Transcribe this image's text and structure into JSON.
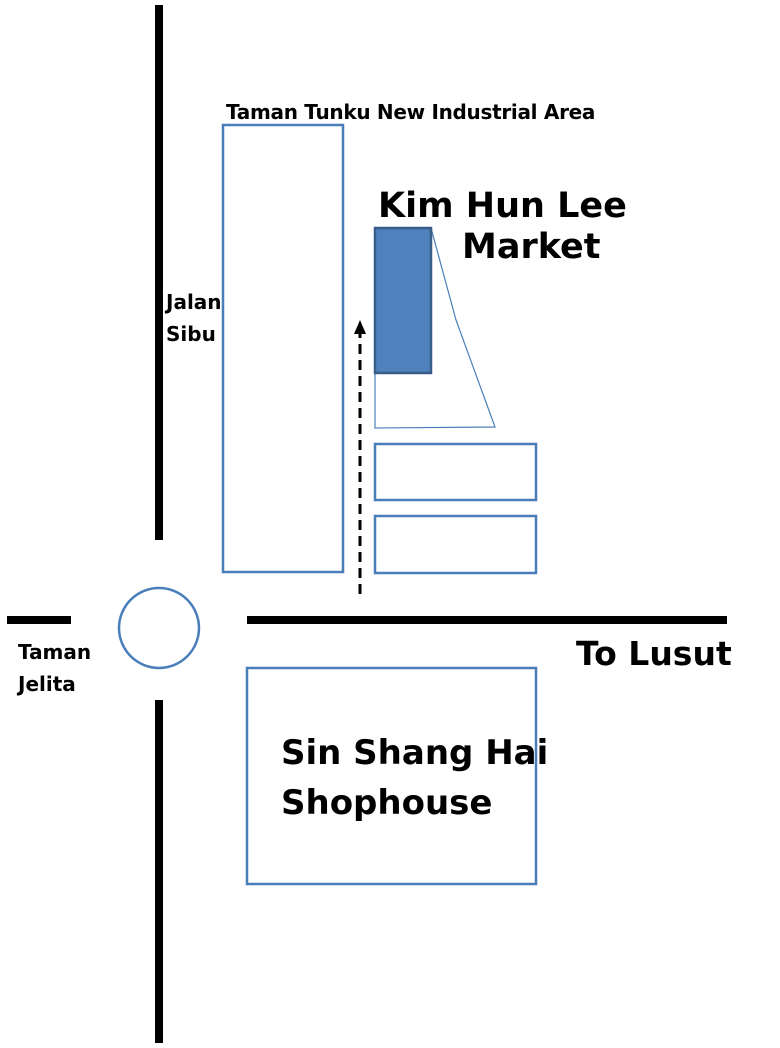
{
  "labels": {
    "industrial_area": "Taman Tunku New Industrial Area",
    "road_line_1": "Jalan",
    "road_line_2": "Sibu",
    "market_line_1": "Kim Hun Lee",
    "market_line_2": "Market",
    "taman_jelita_line_1": "Taman",
    "taman_jelita_line_2": "Jelita",
    "direction": "To Lusut",
    "shophouse_line_1": "Sin Shang Hai",
    "shophouse_line_2": "Shophouse"
  },
  "colors": {
    "road": "#000000",
    "outline": "#4a7ebb",
    "market_fill": "#4f81bd",
    "market_border": "#385d8a",
    "background": "#ffffff"
  }
}
